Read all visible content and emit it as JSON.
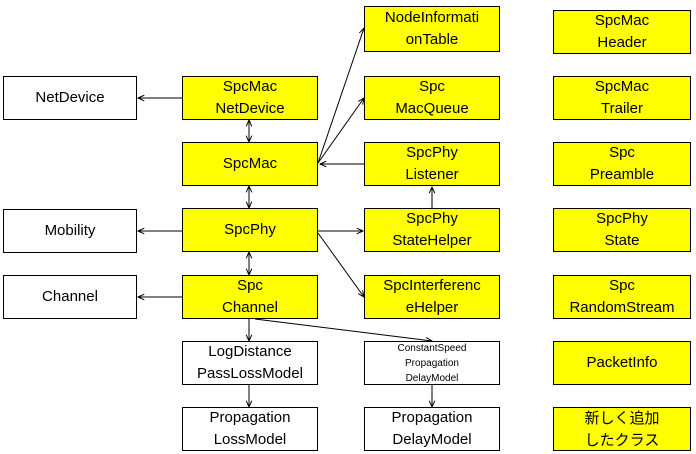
{
  "colors": {
    "highlight": "#ffff00",
    "plain": "#ffffff",
    "line": "#000000"
  },
  "boxes": {
    "netdevice": "NetDevice",
    "spcmac_netdevice": "SpcMac\nNetDevice",
    "spcmac": "SpcMac",
    "spcphy": "SpcPhy",
    "spc_channel": "Spc\nChannel",
    "mobility": "Mobility",
    "channel": "Channel",
    "node_information_table": "NodeInformati\nonTable",
    "spc_macqueue": "Spc\nMacQueue",
    "spcphy_listener": "SpcPhy\nListener",
    "spcphy_statehelper": "SpcPhy\nStateHelper",
    "spc_interference_helper": "SpcInterferenc\neHelper",
    "logdistance_passloss": "LogDistance\nPassLossModel",
    "propagation_lossmodel": "Propagation\nLossModel",
    "constantspeed_delay": "ConstantSpeed\nPropagation\nDelayModel",
    "propagation_delaymodel": "Propagation\nDelayModel",
    "spcmac_header": "SpcMac\nHeader",
    "spcmac_trailer": "SpcMac\nTrailer",
    "spc_preamble": "Spc\nPreamble",
    "spcphy_state": "SpcPhy\nState",
    "spc_randomstream": "Spc\nRandomStream",
    "packetinfo": "PacketInfo",
    "legend_new_class": "新しく追加\nしたクラス"
  }
}
